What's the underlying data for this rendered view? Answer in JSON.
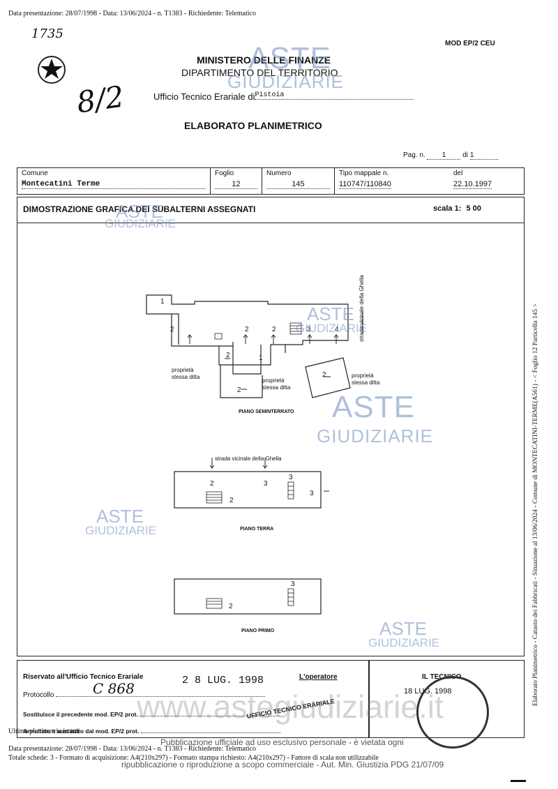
{
  "top_header": "Data presentazione: 28/07/1998 - Data: 13/06/2024 - n. T1383 - Richiedente: Telematico",
  "handwritten": {
    "number": "1735",
    "fraction": "8/2"
  },
  "model": "MOD EP/2   CEU",
  "ministry": {
    "title": "MINISTERO DELLE FINANZE",
    "department": "DIPARTIMENTO DEL TERRITORIO",
    "office_prefix": "Ufficio Tecnico Erariale di",
    "office_city": "Pistoia"
  },
  "doc_title": "ELABORATO PLANIMETRICO",
  "page": {
    "label": "Pag. n.",
    "num": "1",
    "of_label": "di",
    "total": "1"
  },
  "info": {
    "comune_label": "Comune",
    "comune": "Montecatini Terme",
    "foglio_label": "Foglio",
    "foglio": "12",
    "numero_label": "Numero",
    "numero": "145",
    "tipo_label": "Tipo mappale  n.",
    "tipo": "110747/110840",
    "del_label": "del",
    "del": "22.10.1997"
  },
  "section": {
    "title": "DIMOSTRAZIONE GRAFICA DEI SUBALTERNI ASSEGNATI",
    "scale_label": "scala 1:",
    "scale": "5 00"
  },
  "plan": {
    "road_label": "strada vicinale della Ghella",
    "prop_left": [
      "proprietà",
      "stessa ditta"
    ],
    "prop_center": [
      "proprietà",
      "stessa ditta"
    ],
    "prop_right": [
      "proprietà",
      "stessa ditta"
    ],
    "floors": [
      "PIANO SEMINTERRATO",
      "PIANO TERRA",
      "PIANO PRIMO"
    ],
    "sub_numbers": {
      "one": "1",
      "two": "2",
      "three": "3",
      "four": "4"
    }
  },
  "watermark": {
    "line1": "ASTE",
    "line2": "GIUDIZIARIE"
  },
  "side_text": "Elaborato Planimetrico - Catasto dei Fabbricati - Situazione al 13/06/2024 - Comune di MONTECATINI-TERME(A561) - < Foglio 12 Particella 145 >",
  "reserved": {
    "title": "Riservato all'Ufficio Tecnico Erariale",
    "operator": "L'operatore",
    "protocollo": "Protocollo",
    "protocollo_value": "C 868",
    "date_stamp": "2 8 LUG. 1998",
    "sostituisce": "Sostituisce il precedente mod. EP/2 prot.",
    "annullato": "Annullato e sostituito dal mod. EP/2 prot."
  },
  "tecnico": {
    "title": "IL TECNICO",
    "date": "18 LUG. 1998"
  },
  "stamp_text": "UFFICIO TECNICO ERARIALE",
  "footer": {
    "url_watermark": "www.astegiudiziarie.it",
    "ultima": "Ultima planimetria in atti",
    "line1": "Data presentazione: 28/07/1998 - Data: 13/06/2024 - n. T1383 - Richiedente: Telematico",
    "line2": "Totale schede: 3 - Formato di acquisizione: A4(210x297) - Formato stampa richiesto: A4(210x297) - Fattore di scala non utilizzabile",
    "notice1": "Pubblicazione ufficiale ad uso esclusivo personale - è vietata ogni",
    "notice2": "ripubblicazione o riproduzione a scopo commerciale - Aut. Min. Giustizia PDG 21/07/09"
  }
}
